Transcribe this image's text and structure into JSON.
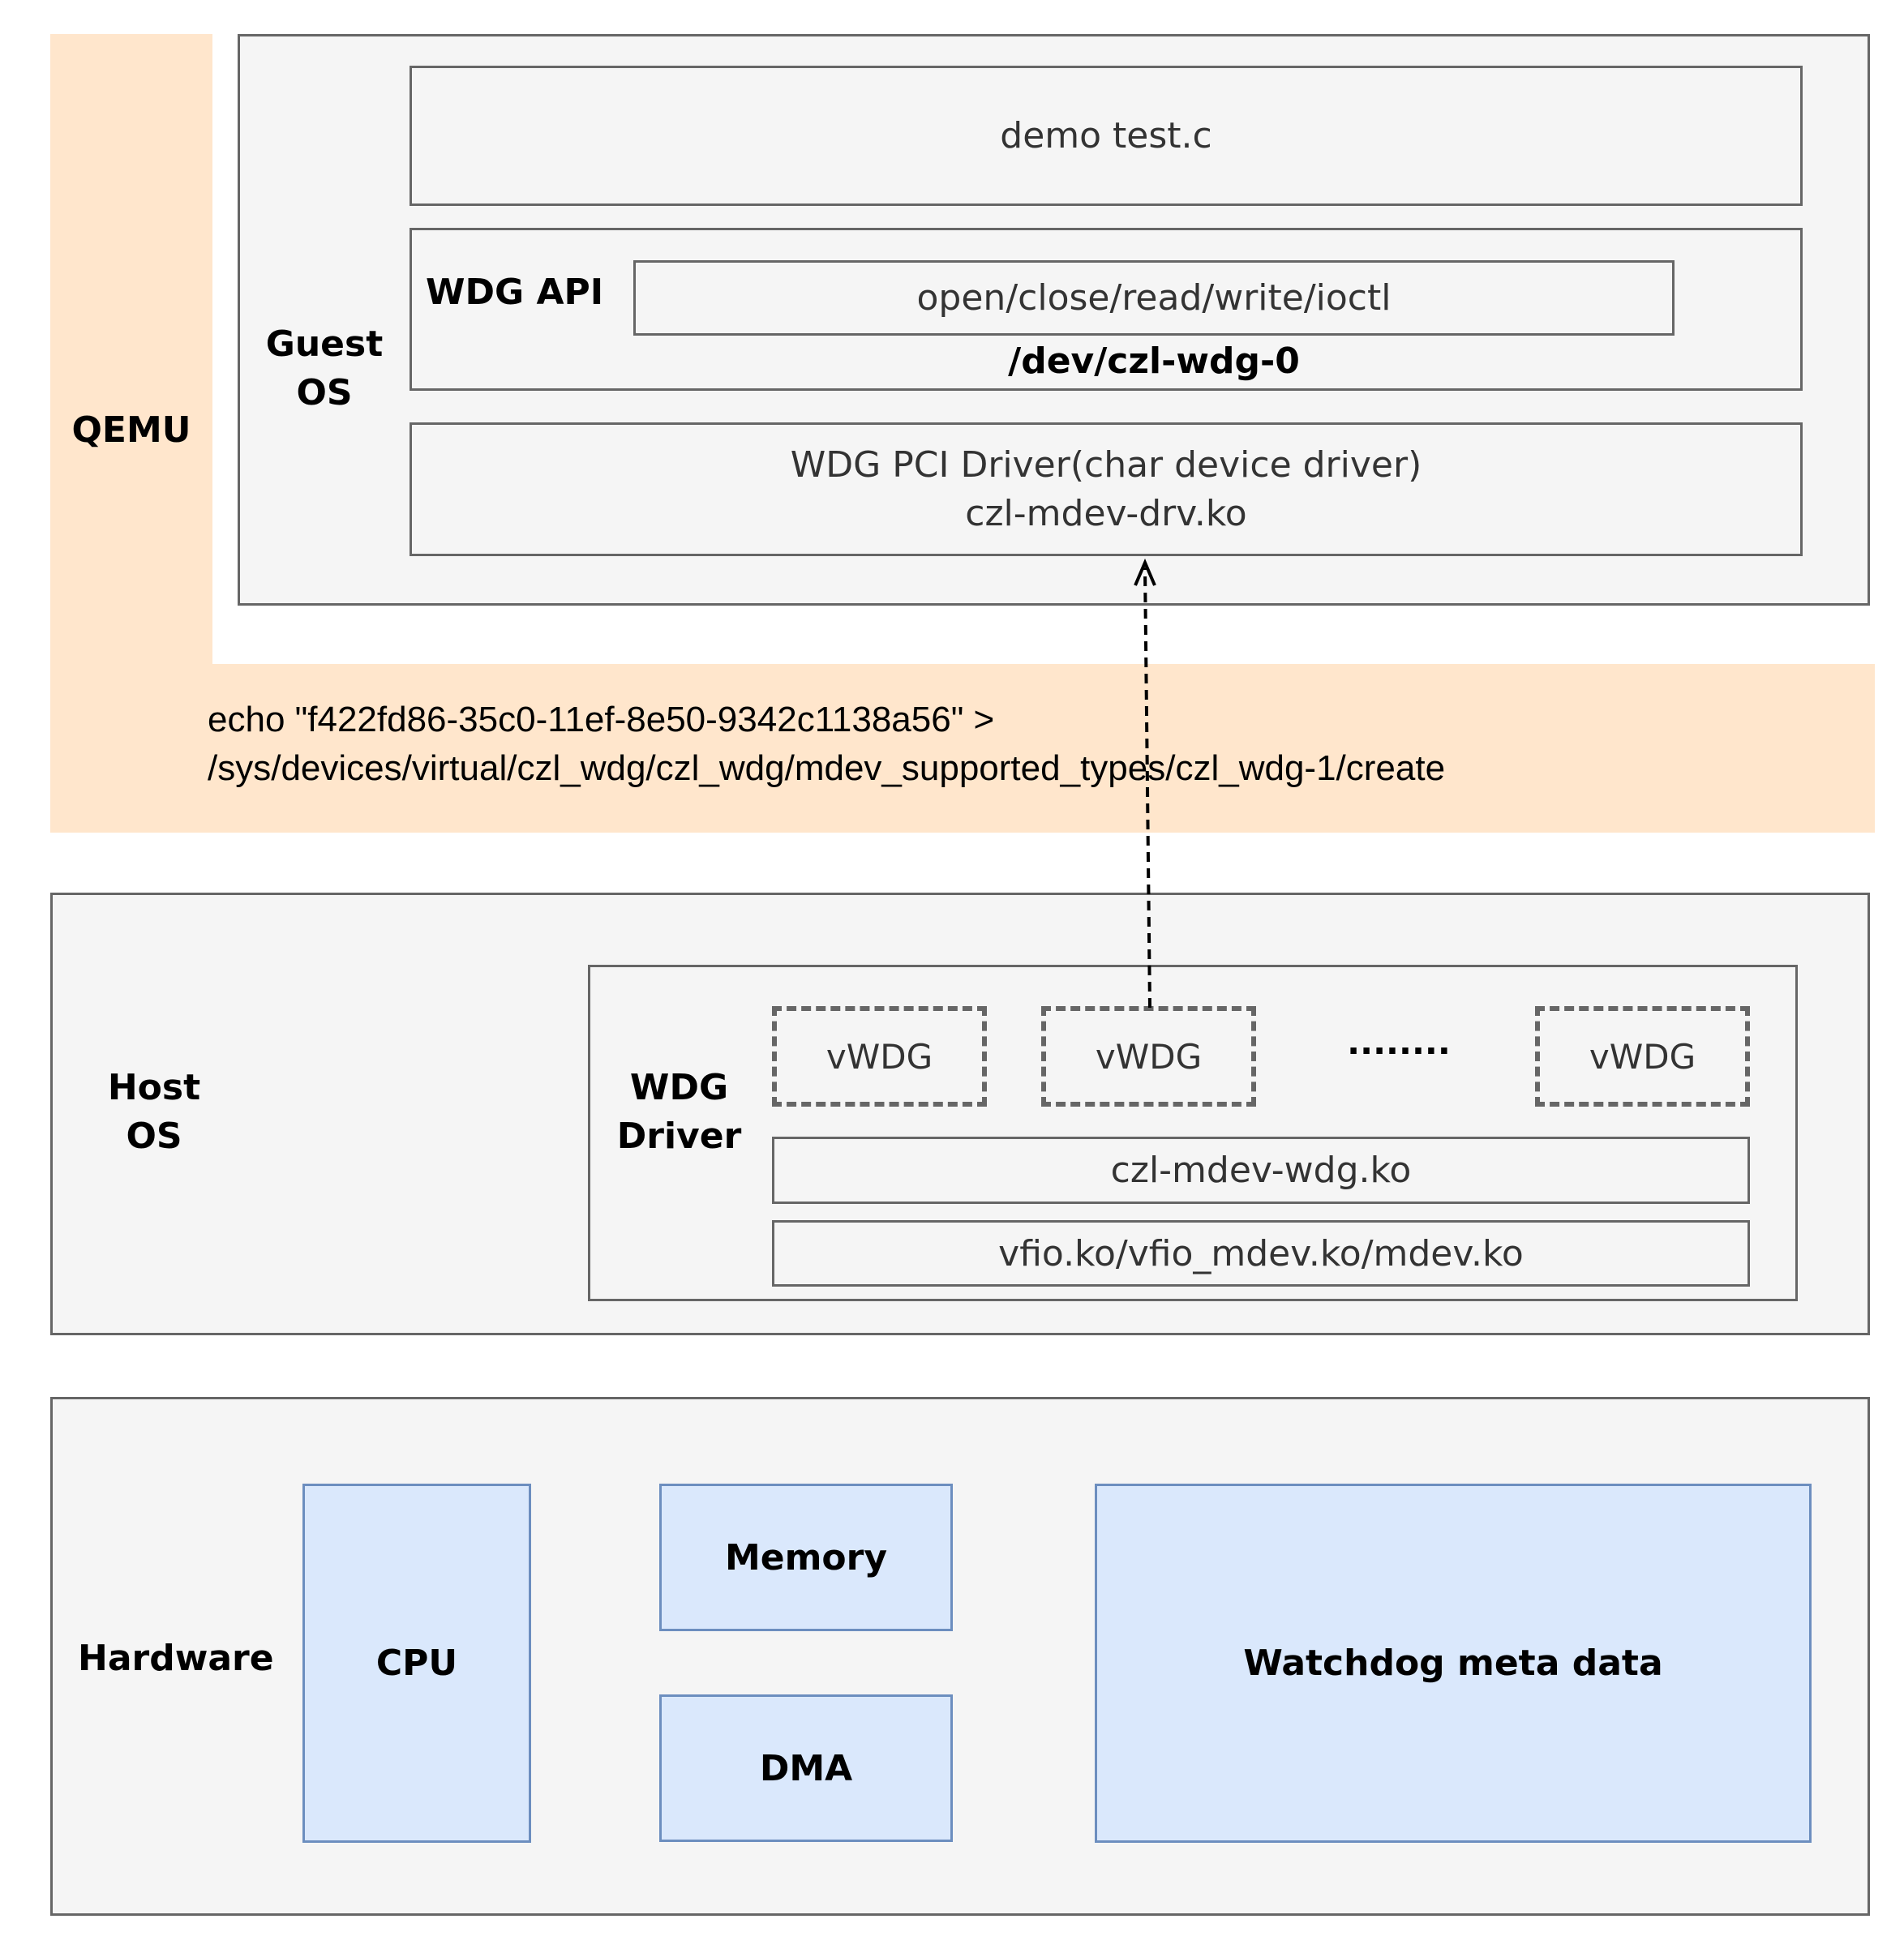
{
  "qemu": {
    "label": "QEMU",
    "echo_line1": "echo \"f422fd86-35c0-11ef-8e50-9342c1138a56\" >",
    "echo_line2": "/sys/devices/virtual/czl_wdg/czl_wdg/mdev_supported_types/czl_wdg-1/create"
  },
  "guest_os": {
    "label_line1": "Guest",
    "label_line2": "OS",
    "demo": "demo test.c",
    "wdg_api": {
      "label": "WDG API",
      "ops": "open/close/read/write/ioctl",
      "device": "/dev/czl-wdg-0"
    },
    "pci_driver": {
      "line1": "WDG PCI Driver(char device driver)",
      "line2": "czl-mdev-drv.ko"
    }
  },
  "host_os": {
    "label_line1": "Host",
    "label_line2": "OS",
    "wdg_driver": {
      "label_line1": "WDG",
      "label_line2": "Driver",
      "vwdg_items": [
        "vWDG",
        "vWDG",
        "vWDG"
      ],
      "ellipsis": "........",
      "mdev_wdg": "czl-mdev-wdg.ko",
      "vfio": "vfio.ko/vfio_mdev.ko/mdev.ko"
    }
  },
  "hardware": {
    "label": "Hardware",
    "cpu": "CPU",
    "memory": "Memory",
    "dma": "DMA",
    "watchdog": "Watchdog meta data"
  },
  "colors": {
    "qemu_fill": "#ffe6cc",
    "gray_fill": "#f5f5f5",
    "gray_stroke": "#666666",
    "blue_fill": "#dae8fc",
    "blue_stroke": "#6c8ebf"
  }
}
